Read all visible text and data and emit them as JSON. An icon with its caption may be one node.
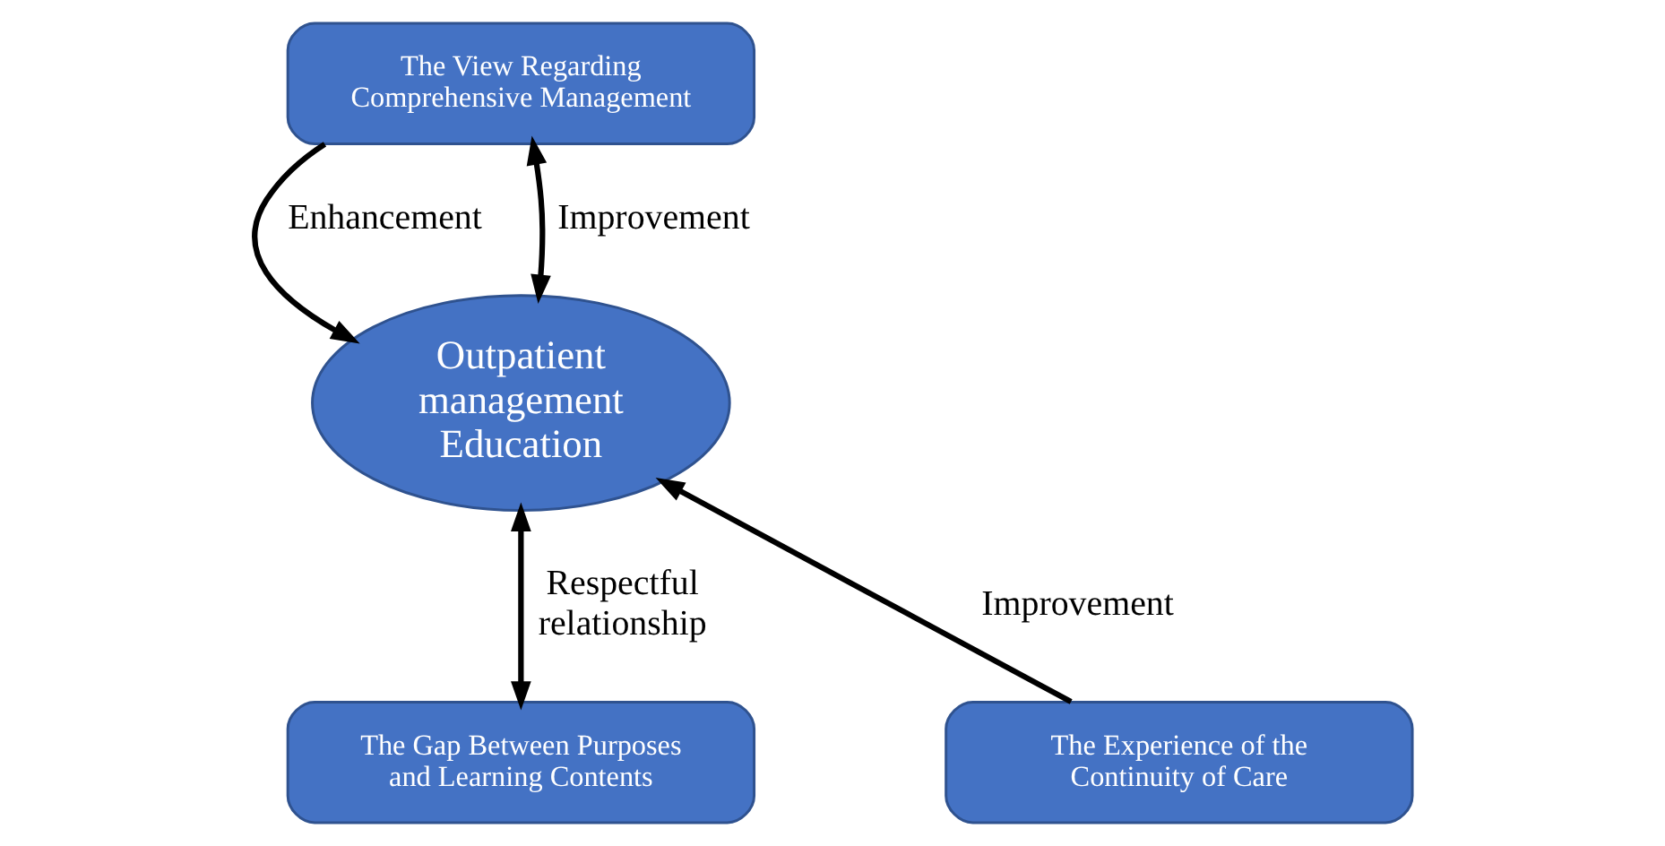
{
  "diagram": {
    "nodes": [
      {
        "text": [
          "The View Regarding Comprehensive Management"
        ]
      },
      {
        "text": [
          "Outpatient management Education"
        ]
      },
      {
        "text": [
          "The Experience of the Continuity of Care"
        ]
      },
      {
        "text": [
          "The Gap Between Purposes and Learning Contents"
        ]
      }
    ],
    "edges": [
      {
        "from": 0,
        "to": 1,
        "arrow": "to",
        "label": "Enhancement"
      },
      {
        "from": 0,
        "to": 1,
        "arrow": "both",
        "label": "Improvement"
      },
      {
        "from": 2,
        "to": 1,
        "arrow": "to",
        "label": "Improvement"
      },
      {
        "from": 1,
        "to": 3,
        "arrow": "both",
        "label": "Respectful relationship"
      }
    ]
  }
}
